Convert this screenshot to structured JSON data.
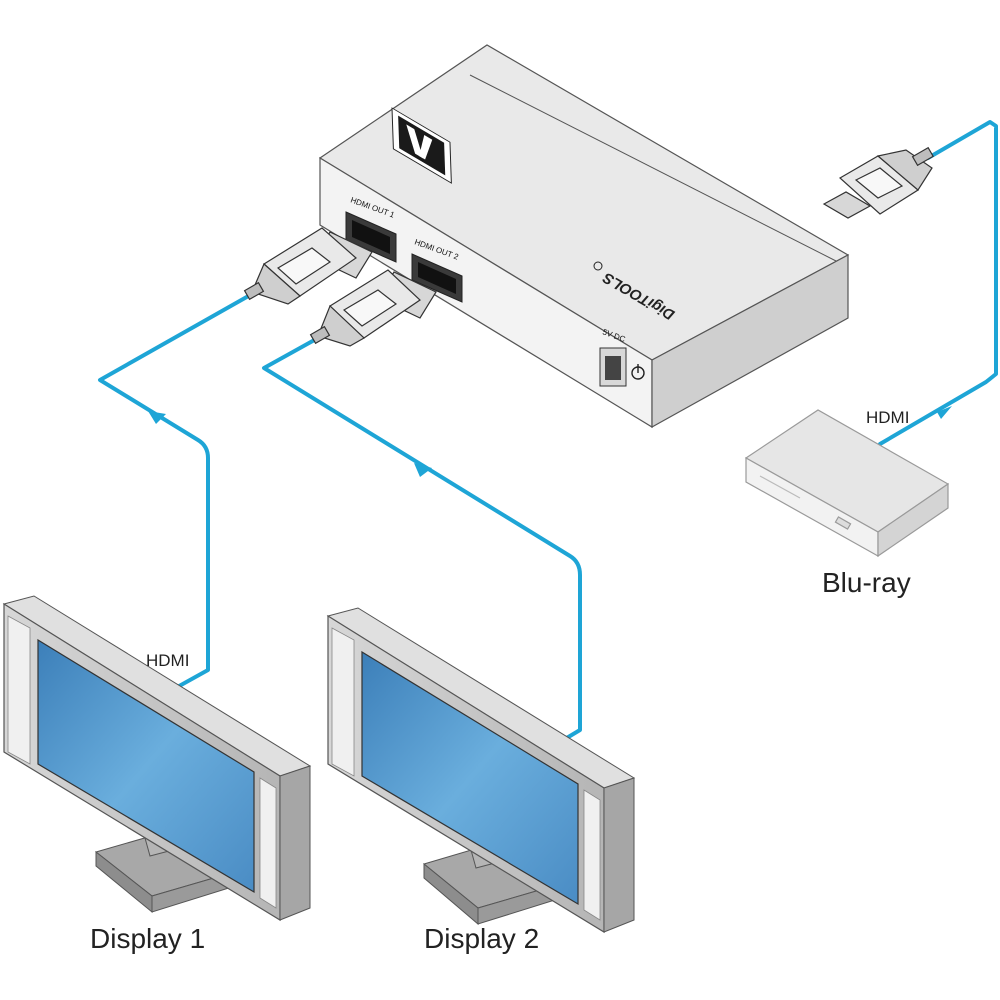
{
  "device": {
    "brand_logo": "kramer-logo",
    "product_line": "DigiTOOLS",
    "ports": {
      "out1": "HDMI OUT 1",
      "out2": "HDMI OUT 2",
      "power": "5V DC"
    }
  },
  "source": {
    "label": "Blu-ray",
    "cable_label": "HDMI"
  },
  "displays": [
    {
      "label": "Display 1",
      "cable_label": "HDMI"
    },
    {
      "label": "Display 2",
      "cable_label": ""
    }
  ],
  "colors": {
    "cable": "#1ea5d6",
    "device_top": "#e9e9e9",
    "device_front": "#f1f1f1",
    "device_side": "#d0d0d0",
    "screen": "#5c9ed0",
    "bezel": "#c8c8c8"
  }
}
